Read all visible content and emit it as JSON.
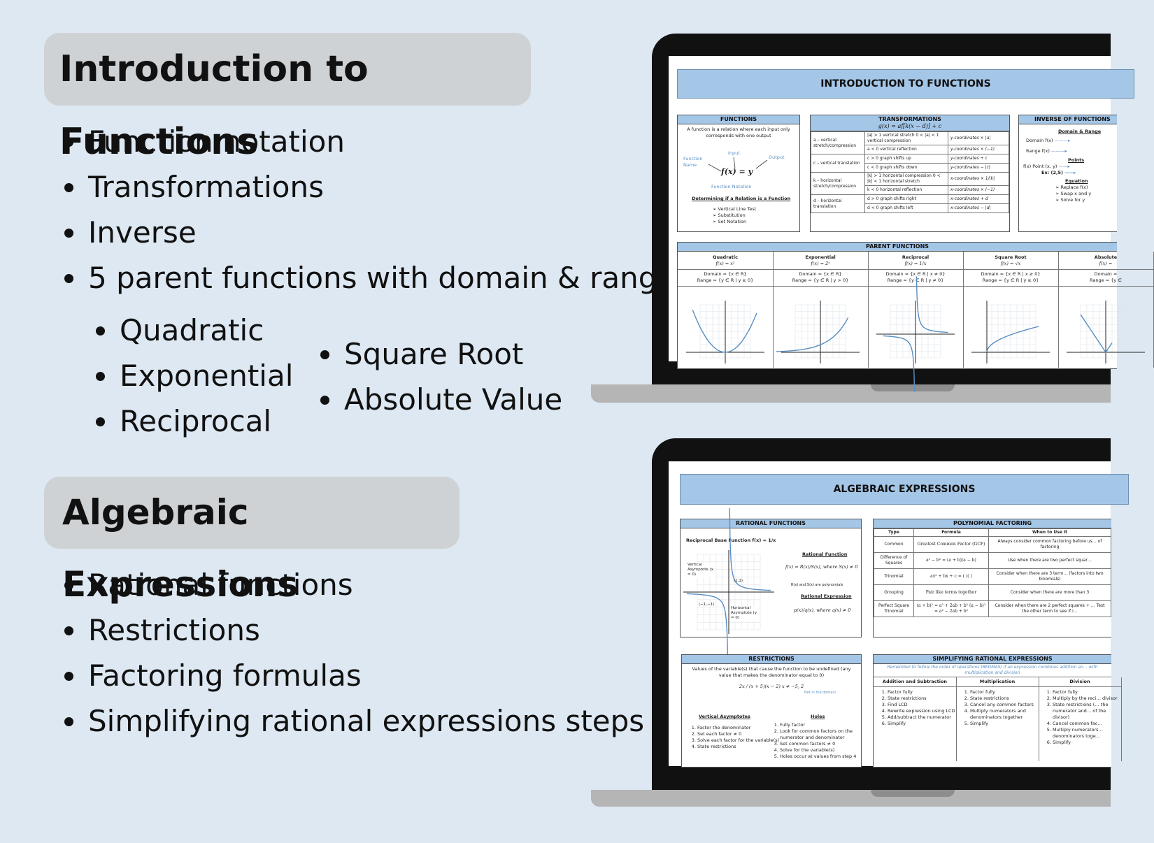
{
  "section1": {
    "title": "Introduction to Functions",
    "bullets": [
      "Function notation",
      "Transformations",
      "Inverse",
      "5 parent functions with domain & range"
    ],
    "sub_left": [
      "Quadratic",
      "Exponential",
      "Reciprocal"
    ],
    "sub_right": [
      "Square Root",
      "Absolute Value"
    ]
  },
  "section2": {
    "title": "Algebraic Expressions",
    "bullets": [
      "Rational functions",
      "Restrictions",
      "Factoring formulas",
      "Simplifying rational expressions steps"
    ]
  },
  "doc1": {
    "header": "INTRODUCTION TO FUNCTIONS",
    "functions": {
      "title": "FUNCTIONS",
      "definition": "A function is a relation where each input only corresponds with one output",
      "label_input": "Input",
      "label_output": "Output",
      "label_name": "Function Name",
      "notation": "f(x) = y",
      "label_notation": "Function Notation",
      "determining": "Determining if a Relation is a Function",
      "tests": [
        "Vertical Line Test",
        "Substitution",
        "Set Notation"
      ]
    },
    "transformations": {
      "title": "TRANSFORMATIONS",
      "formula": "g(x) = af[k(x − d)] + c",
      "rows": [
        [
          "a – vertical stretch/compression",
          "|a| > 1 vertical stretch  0 < |a| < 1 vertical compression",
          "y-coordinates × |a|"
        ],
        [
          "",
          "a < 0 vertical reflection",
          "y-coordinates × (−1)"
        ],
        [
          "c – vertical translation",
          "c > 0 graph shifts up",
          "y-coordinates + c"
        ],
        [
          "",
          "c < 0 graph shifts down",
          "y-coordinates − |c|"
        ],
        [
          "k – horizontal stretch/compression",
          "|k| > 1 horizontal compression  0 < |k| < 1 horizontal stretch",
          "x-coordinates × 1/|k|"
        ],
        [
          "",
          "k < 0 horizontal reflection",
          "x-coordinates × (−1)"
        ],
        [
          "d – horizontal translation",
          "d > 0 graph shifts right",
          "x-coordinates + d"
        ],
        [
          "",
          "d < 0 graph shifts left",
          "x-coordinates − |d|"
        ]
      ]
    },
    "inverse": {
      "title": "INVERSE OF FUNCTIONS",
      "domain_range": "Domain & Range",
      "lines": [
        "Domain f(x)",
        "Range f(x)"
      ],
      "points": "Points",
      "point_lines": [
        "f(x) Point (x, y)",
        "Ex: (2,5)"
      ],
      "equation": "Equation",
      "eq_steps": [
        "Replace f(x)",
        "Swap x and y",
        "Solve for y"
      ]
    },
    "parent": {
      "title": "PARENT FUNCTIONS",
      "cols": [
        {
          "name": "Quadratic",
          "eq": "f(x) = x²",
          "domain": "Domain = {x ∈ R}",
          "range": "Range = {y ∈ R | y ≥ 0}"
        },
        {
          "name": "Exponential",
          "eq": "f(x) = 2ˣ",
          "domain": "Domain = {x ∈ R}",
          "range": "Range = {y ∈ R | y > 0}"
        },
        {
          "name": "Reciprocal",
          "eq": "f(x) = 1/x",
          "domain": "Domain = {x ∈ R | x ≠ 0}",
          "range": "Range = {y ∈ R | y ≠ 0}"
        },
        {
          "name": "Square Root",
          "eq": "f(x) = √x",
          "domain": "Domain = {x ∈ R | x ≥ 0}",
          "range": "Range = {y ∈ R | y ≥ 0}"
        },
        {
          "name": "Absolute",
          "eq": "f(x) =",
          "domain": "Domain =",
          "range": "Range = {y ∈"
        }
      ]
    }
  },
  "doc2": {
    "header": "ALGEBRAIC EXPRESSIONS",
    "rational": {
      "title": "RATIONAL FUNCTIONS",
      "base": "Reciprocal Base Function  f(x) = 1/x",
      "va": "Vertical Asymptote (x = 0)",
      "ha": "Horizontal Asymptote (y = 0)",
      "p1": "(1,1)",
      "p2": "(−1,−1)",
      "rf_title": "Rational Function",
      "rf_eq": "f(x) = R(x)/S(x), where S(x) ≠ 0",
      "rf_note": "R(x) and S(x) are polynomials",
      "re_title": "Rational Expression",
      "re_eq": "p(x)/q(x), where q(x) ≠ 0"
    },
    "factoring": {
      "title": "POLYNOMIAL FACTORING",
      "headers": [
        "Type",
        "Formula",
        "When to Use It"
      ],
      "rows": [
        [
          "Common",
          "Greatest Common Factor (GCF)",
          "Always consider common factoring before us… of factoring"
        ],
        [
          "Difference of Squares",
          "a² − b² = (a + b)(a − b)",
          "Use when there are two perfect squar…"
        ],
        [
          "Trinomial",
          "ax² + bx + c = (   )(   )",
          "Consider when there are 3 term… (factors into two binomials)"
        ],
        [
          "Grouping",
          "Pair like terms together",
          "Consider when there are more than 3"
        ],
        [
          "Perfect Square Trinomial",
          "(a + b)² = a² + 2ab + b²  (a − b)² = a² − 2ab + b²",
          "Consider when there are 2 perfect squares + … Test the other term to see if i…"
        ]
      ]
    },
    "restrictions": {
      "title": "RESTRICTIONS",
      "intro": "Values of the variable(s) that cause the function to be undefined (any value that makes the denominator equal to 0)",
      "example": "2x / (x + 5)(x − 2)    x ≠ −5, 2",
      "not_domain": "Not in the domain",
      "va_title": "Vertical Asymptotes",
      "va_steps": [
        "Factor the denominator",
        "Set each factor ≠ 0",
        "Solve each factor for the variable(s)",
        "State restrictions"
      ],
      "holes_title": "Holes",
      "holes_steps": [
        "Fully factor",
        "Look for common factors on the numerator and denominator",
        "Set common factors ≠ 0",
        "Solve for the variable(s)",
        "Holes occur at values from step 4"
      ]
    },
    "simplifying": {
      "title": "SIMPLIFYING RATIONAL EXPRESSIONS",
      "note": "Remember to follow the order of operations (BEDMAS) if an expression combines addition an… with multiplication and division",
      "cols": [
        {
          "name": "Addition and Subtraction",
          "steps": [
            "Factor fully",
            "State restrictions",
            "Find LCD",
            "Rewrite expression using LCD",
            "Add/subtract the numerator",
            "Simplify"
          ]
        },
        {
          "name": "Multiplication",
          "steps": [
            "Factor fully",
            "State restrictions",
            "Cancel any common factors",
            "Multiply numerators and denominators together",
            "Simplify"
          ]
        },
        {
          "name": "Division",
          "steps": [
            "Factor fully",
            "Multiply by the reci… divisor",
            "State restrictions (… the numerator and… of the divisor)",
            "Cancel common fac…",
            "Multiply numerators… denominators toge…",
            "Simplify"
          ]
        }
      ]
    }
  }
}
